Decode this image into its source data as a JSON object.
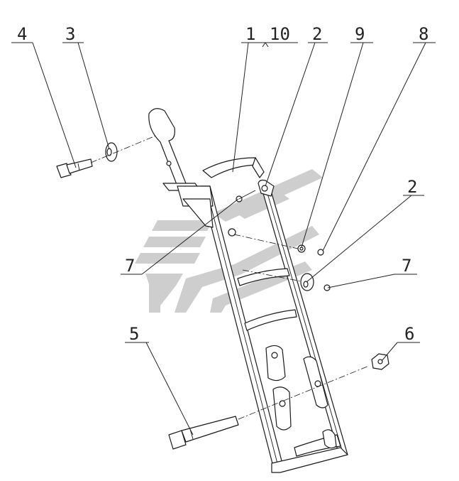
{
  "diagram": {
    "callouts": [
      {
        "id": "c4",
        "label": "4"
      },
      {
        "id": "c3",
        "label": "3"
      },
      {
        "id": "c1",
        "label": "1"
      },
      {
        "id": "c10",
        "label": "10"
      },
      {
        "id": "c2a",
        "label": "2"
      },
      {
        "id": "c9",
        "label": "9"
      },
      {
        "id": "c8",
        "label": "8"
      },
      {
        "id": "c2b",
        "label": "2"
      },
      {
        "id": "c7a",
        "label": "7"
      },
      {
        "id": "c7b",
        "label": "7"
      },
      {
        "id": "c5",
        "label": "5"
      },
      {
        "id": "c6",
        "label": "6"
      }
    ],
    "watermark_color": "#c9c9c9"
  }
}
